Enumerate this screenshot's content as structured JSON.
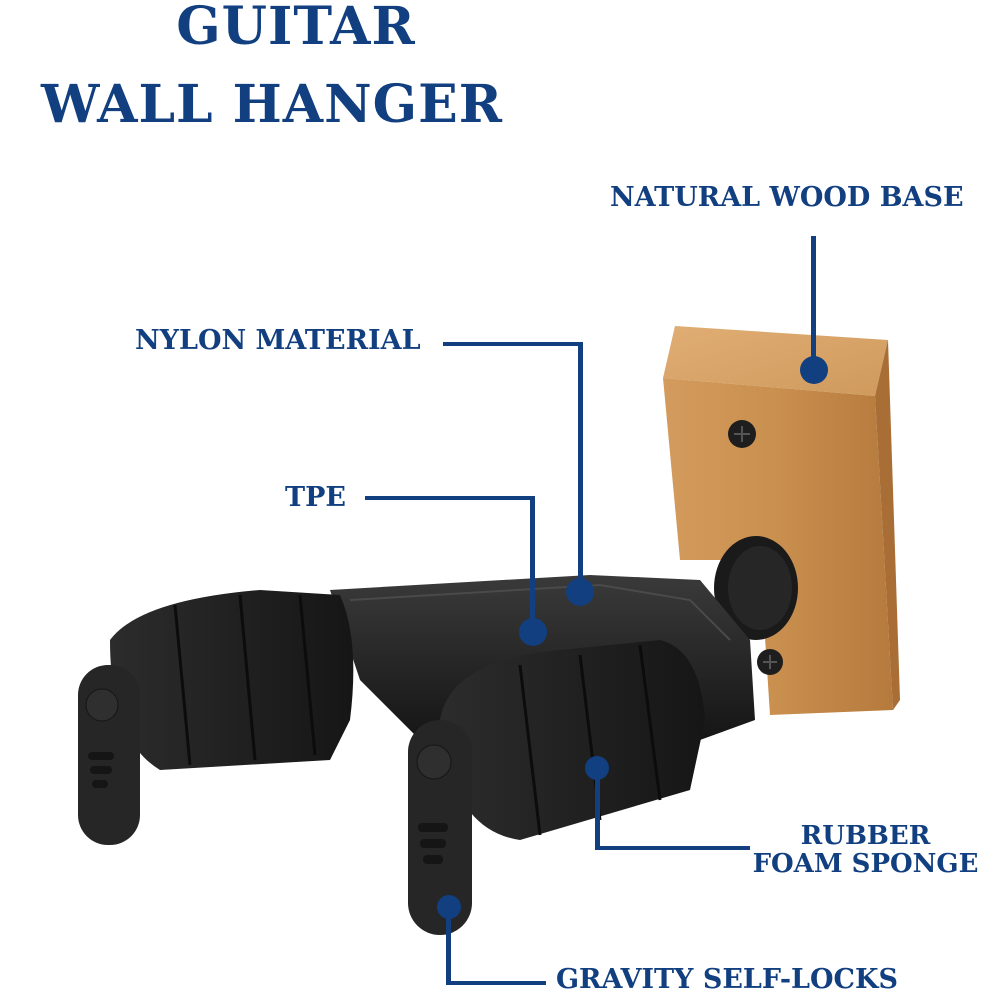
{
  "title": {
    "line1": "GUITAR",
    "line2": "WALL HANGER"
  },
  "callouts": [
    {
      "id": "wood-base",
      "label": "NATURAL WOOD BASE"
    },
    {
      "id": "nylon",
      "label": "NYLON MATERIAL"
    },
    {
      "id": "tpe",
      "label": "TPE"
    },
    {
      "id": "foam",
      "label_line1": "RUBBER",
      "label_line2": "FOAM SPONGE"
    },
    {
      "id": "locks",
      "label": "GRAVITY SELF-LOCKS"
    }
  ],
  "colors": {
    "accent": "#123f80",
    "wood": "#c98f4e",
    "body": "#1c1c1c"
  }
}
